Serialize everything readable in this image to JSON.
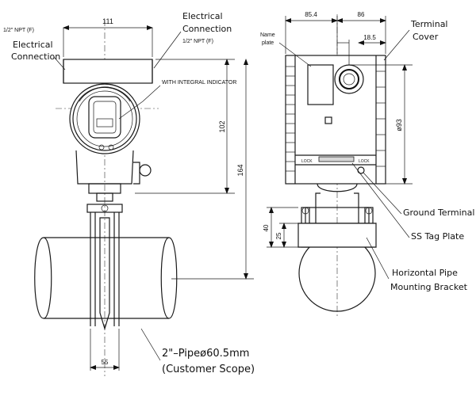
{
  "labels": {
    "npt_left": "1/2\" NPT (F)",
    "electrical_connection_left_1": "Electrical",
    "electrical_connection_left_2": "Connection",
    "electrical_connection_right_1": "Electrical",
    "electrical_connection_right_2": "Connection",
    "npt_right": "1/2\" NPT (F)",
    "integral_indicator": "WITH INTEGRAL INDICATOR",
    "name_plate_1": "Name",
    "name_plate_2": "plate",
    "terminal_cover_1": "Terminal",
    "terminal_cover_2": "Cover",
    "ground_terminal": "Ground Terminal",
    "ss_tag_plate": "SS Tag Plate",
    "horizontal_pipe_1": "Horizontal Pipe",
    "horizontal_pipe_2": "Mounting Bracket",
    "pipe_spec_1": "2\"–Pipeø60.5mm",
    "pipe_spec_2": "(Customer Scope)",
    "small_label_left": "LOCK",
    "small_label_right": "LOCK"
  },
  "dimensions": {
    "width_111": "111",
    "height_102": "102",
    "height_164": "164",
    "bracket_55": "55",
    "side_85_4": "85.4",
    "side_86": "86",
    "side_18_5": "18.5",
    "side_293": "ø93",
    "side_40": "40",
    "side_25": "25"
  },
  "colors": {
    "line": "#1a1a1a",
    "background": "#ffffff"
  }
}
